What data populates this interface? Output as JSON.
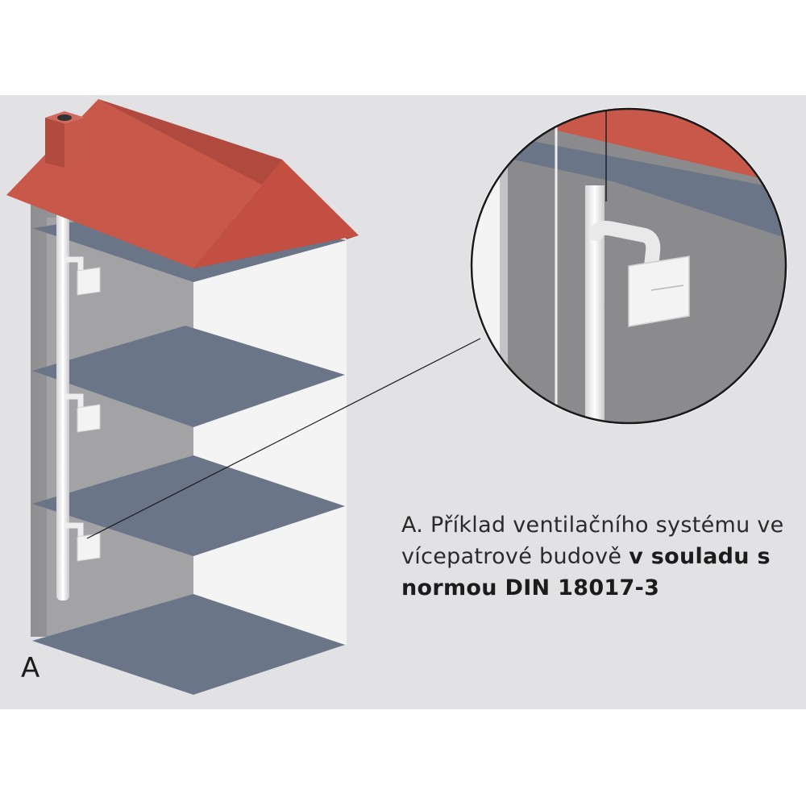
{
  "figure": {
    "letter": "A",
    "caption": {
      "plain_text": "A. Příklad ventilačního systému ve vícepatrové budově ",
      "bold_text": "v souladu s normou DIN 18017-3"
    }
  },
  "colors": {
    "background_panel": "#e2e2e4",
    "roof": "#c8584a",
    "floor_slab": "#6b7588",
    "wall": "#a9a9ab",
    "fan_unit": "#f3f3f3",
    "duct": "#ececec"
  },
  "icons": [
    "building-cross-section",
    "chimney",
    "exhaust-fan-unit",
    "vertical-duct",
    "magnifier-callout"
  ]
}
